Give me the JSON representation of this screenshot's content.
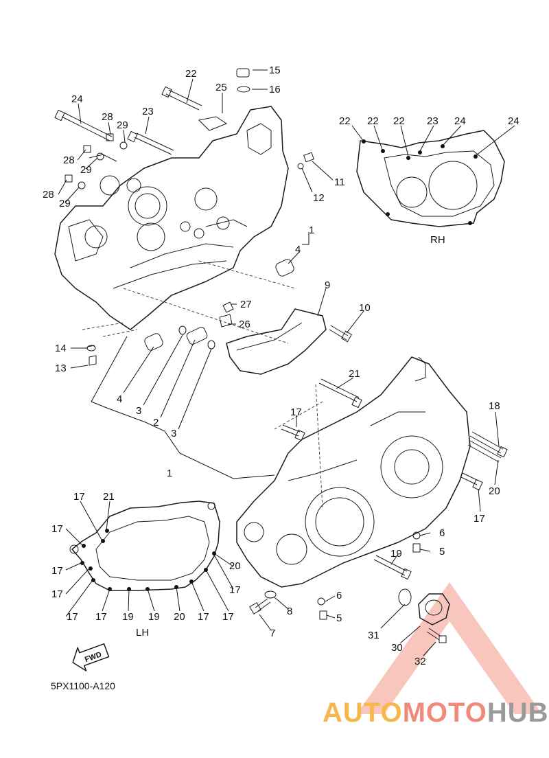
{
  "diagram": {
    "code": "5PX1100-A120",
    "fwd_label": "FWD",
    "view_labels": {
      "rh": "RH",
      "lh": "LH"
    },
    "watermark": {
      "part1": "AUTO",
      "part2": "MOTO",
      "part3": "HUB"
    },
    "colors": {
      "line": "#1a1a1a",
      "watermark_red": "#f08a7a",
      "watermark_orange": "#f6b84a",
      "watermark_grey": "#9a9a9a"
    },
    "callouts": [
      {
        "id": "c22a",
        "text": "22"
      },
      {
        "id": "c15",
        "text": "15"
      },
      {
        "id": "c25",
        "text": "25"
      },
      {
        "id": "c16",
        "text": "16"
      },
      {
        "id": "c24a",
        "text": "24"
      },
      {
        "id": "c28a",
        "text": "28"
      },
      {
        "id": "c29a",
        "text": "29"
      },
      {
        "id": "c23a",
        "text": "23"
      },
      {
        "id": "c28b",
        "text": "28"
      },
      {
        "id": "c29b",
        "text": "29"
      },
      {
        "id": "c28c",
        "text": "28"
      },
      {
        "id": "c29c",
        "text": "29"
      },
      {
        "id": "c11",
        "text": "11"
      },
      {
        "id": "c12",
        "text": "12"
      },
      {
        "id": "c1a",
        "text": "1"
      },
      {
        "id": "c4a",
        "text": "4"
      },
      {
        "id": "c9",
        "text": "9"
      },
      {
        "id": "c10",
        "text": "10"
      },
      {
        "id": "c27",
        "text": "27"
      },
      {
        "id": "c26",
        "text": "26"
      },
      {
        "id": "c14",
        "text": "14"
      },
      {
        "id": "c13",
        "text": "13"
      },
      {
        "id": "c4b",
        "text": "4"
      },
      {
        "id": "c3a",
        "text": "3"
      },
      {
        "id": "c2",
        "text": "2"
      },
      {
        "id": "c3b",
        "text": "3"
      },
      {
        "id": "c1b",
        "text": "1"
      },
      {
        "id": "c21a",
        "text": "21"
      },
      {
        "id": "c17a",
        "text": "17"
      },
      {
        "id": "c18",
        "text": "18"
      },
      {
        "id": "c20a",
        "text": "20"
      },
      {
        "id": "c17b",
        "text": "17"
      },
      {
        "id": "c6a",
        "text": "6"
      },
      {
        "id": "c5a",
        "text": "5"
      },
      {
        "id": "c19a",
        "text": "19"
      },
      {
        "id": "c6b",
        "text": "6"
      },
      {
        "id": "c5b",
        "text": "5"
      },
      {
        "id": "c8",
        "text": "8"
      },
      {
        "id": "c7",
        "text": "7"
      },
      {
        "id": "c31",
        "text": "31"
      },
      {
        "id": "c30",
        "text": "30"
      },
      {
        "id": "c32",
        "text": "32"
      },
      {
        "id": "r22a",
        "text": "22"
      },
      {
        "id": "r22b",
        "text": "22"
      },
      {
        "id": "r22c",
        "text": "22"
      },
      {
        "id": "r23",
        "text": "23"
      },
      {
        "id": "r24a",
        "text": "24"
      },
      {
        "id": "r24b",
        "text": "24"
      },
      {
        "id": "l17a",
        "text": "17"
      },
      {
        "id": "l21",
        "text": "21"
      },
      {
        "id": "l17b",
        "text": "17"
      },
      {
        "id": "l17c",
        "text": "17"
      },
      {
        "id": "l17d",
        "text": "17"
      },
      {
        "id": "l20a",
        "text": "20"
      },
      {
        "id": "l17e",
        "text": "17"
      },
      {
        "id": "l17f",
        "text": "17"
      },
      {
        "id": "l17g",
        "text": "17"
      },
      {
        "id": "l19a",
        "text": "19"
      },
      {
        "id": "l19b",
        "text": "19"
      },
      {
        "id": "l20b",
        "text": "20"
      },
      {
        "id": "l17h",
        "text": "17"
      },
      {
        "id": "l17i",
        "text": "17"
      }
    ]
  }
}
